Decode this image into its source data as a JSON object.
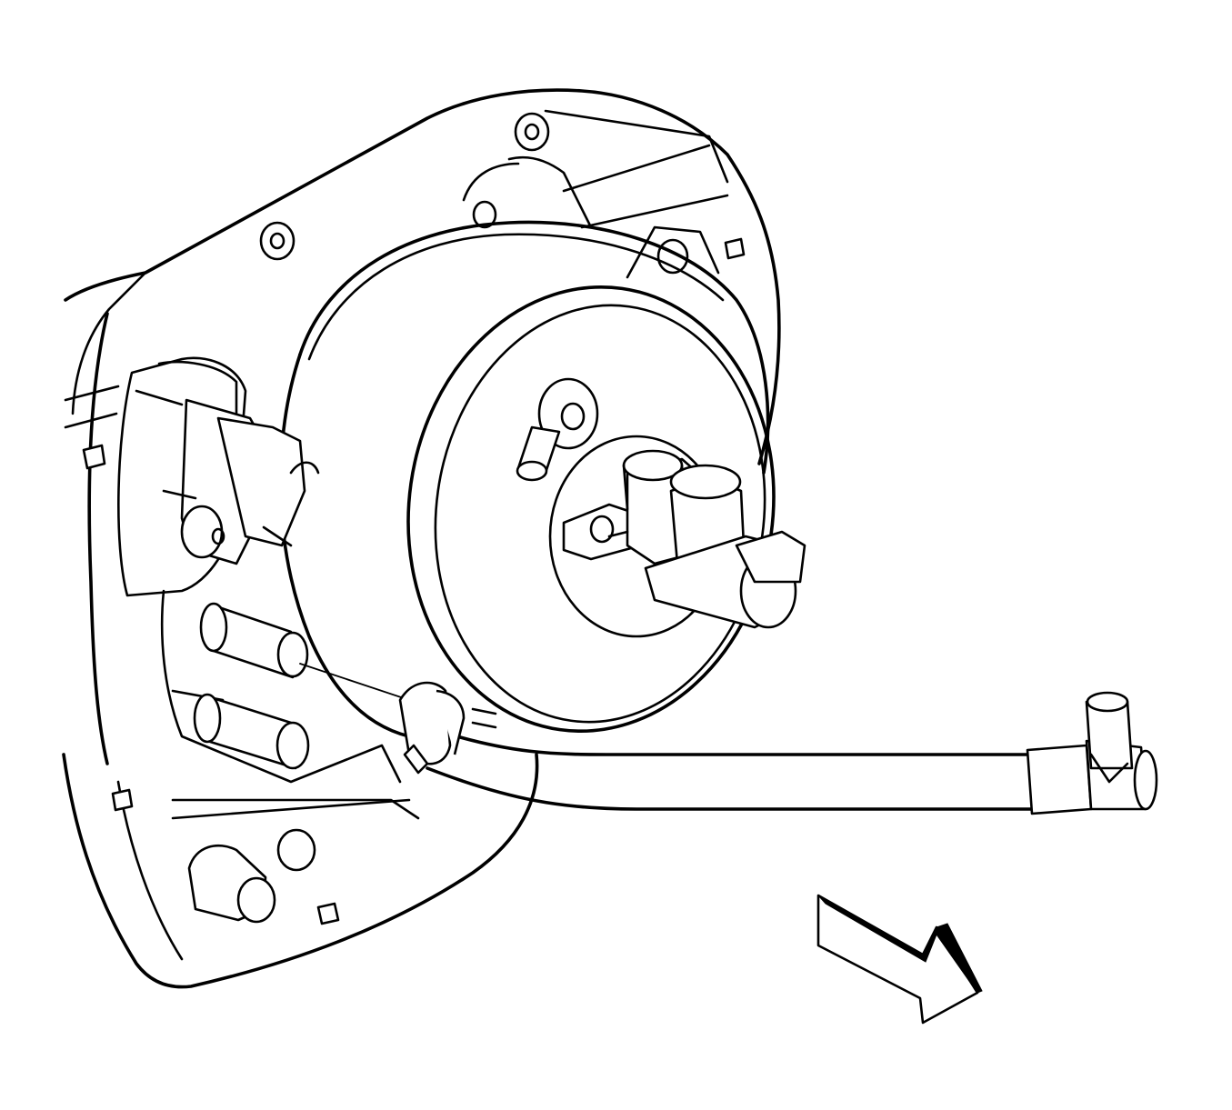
{
  "figure": {
    "ink_color": "#000000",
    "paper_color": "#ffffff",
    "components": [
      "dash-panel",
      "vacuum-brake-booster",
      "brake-master-cylinder",
      "booster-check-valve",
      "vacuum-hose",
      "hose-clamp",
      "hose-tee-fitting",
      "proportioning-valve-bracket",
      "direction-arrow"
    ]
  }
}
